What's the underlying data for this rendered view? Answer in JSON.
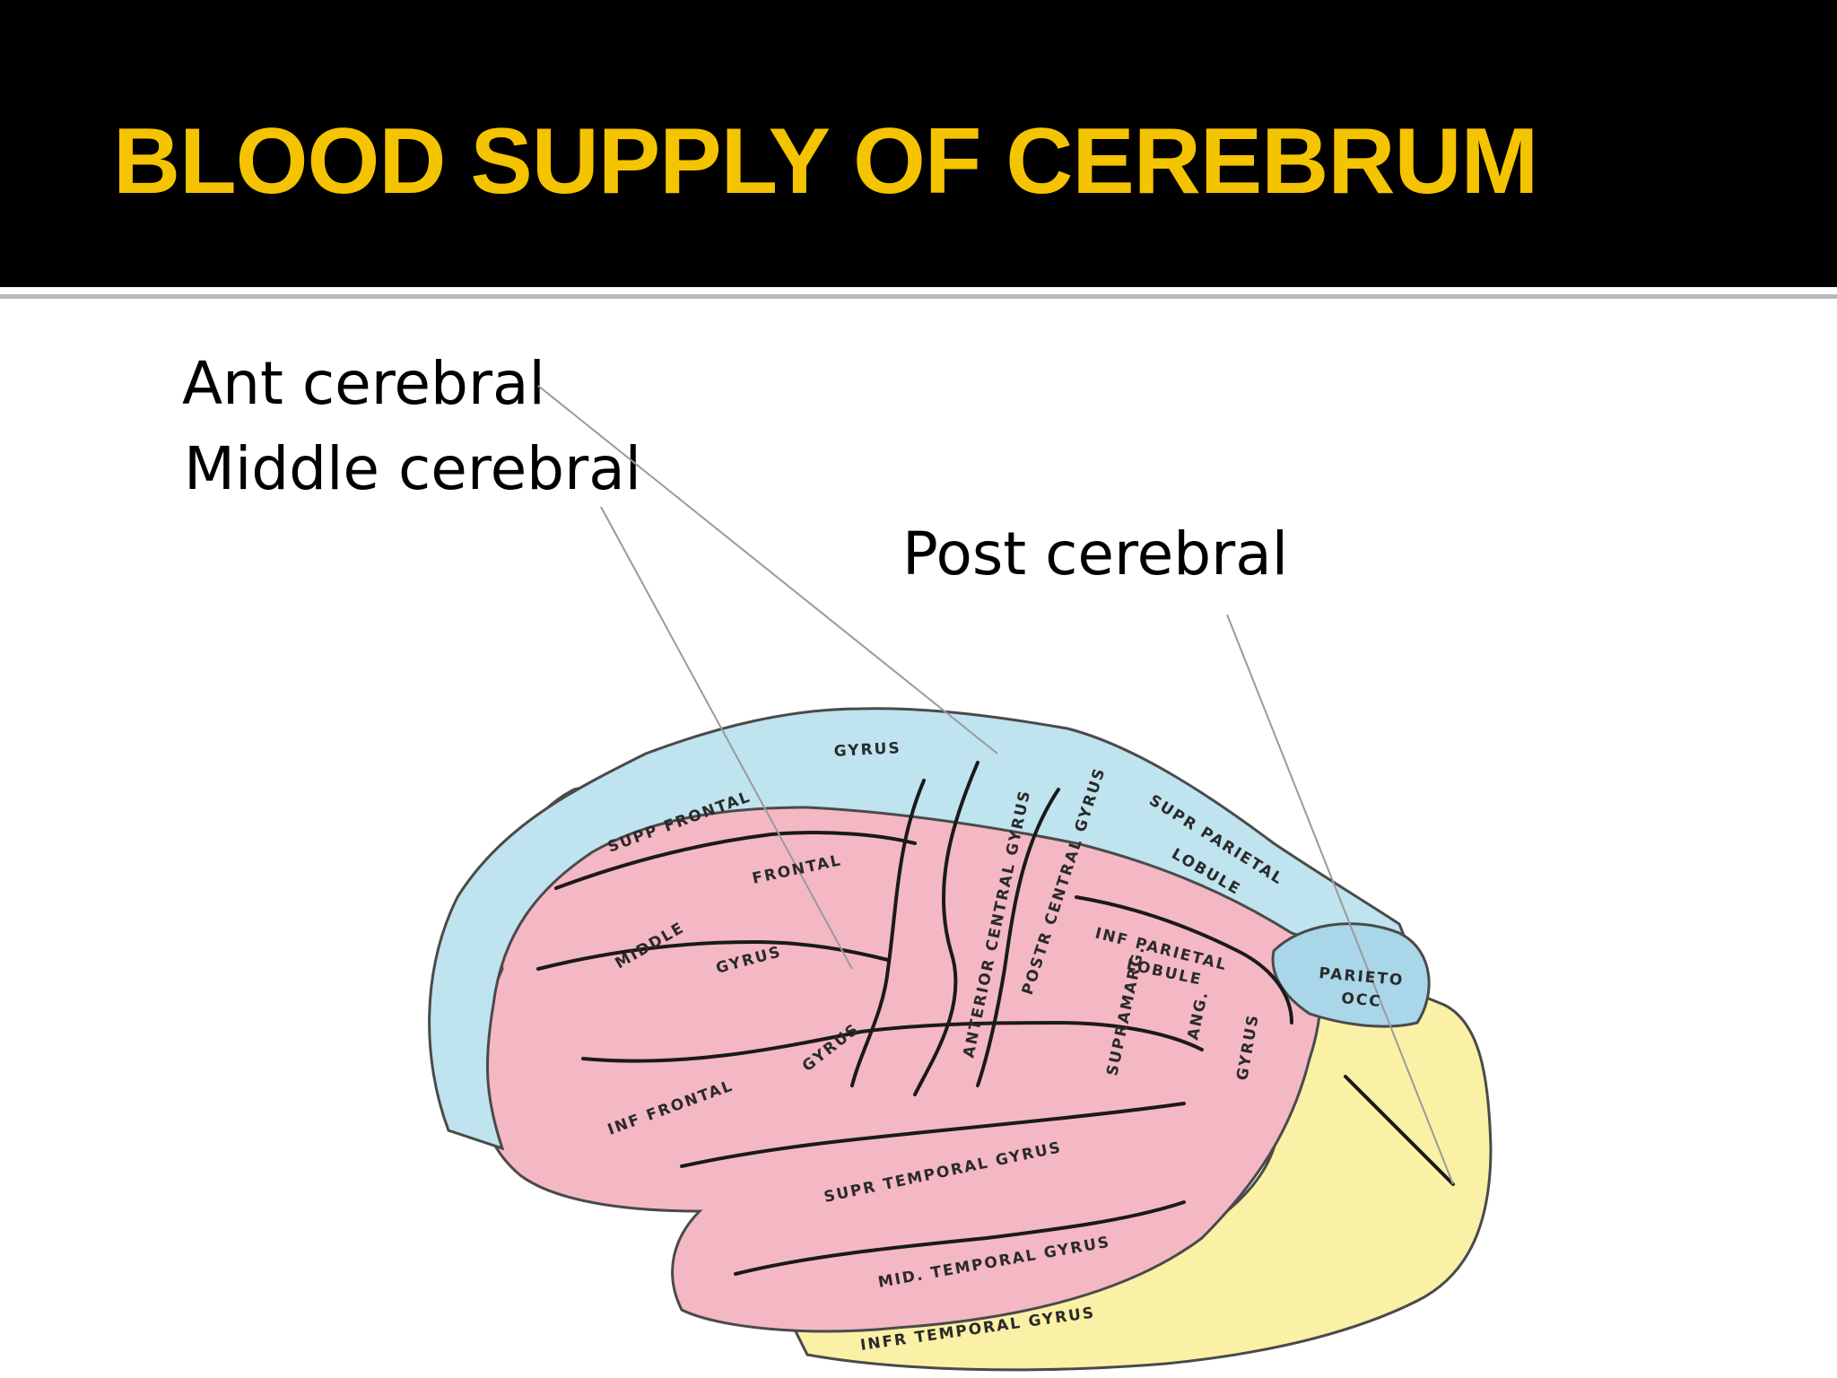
{
  "slide": {
    "title": "BLOOD SUPPLY OF CEREBRUM",
    "colors": {
      "header_background": "#000000",
      "title": "#f5c400",
      "anterior_territory": "#bfe3ef",
      "middle_territory": "#f4b8c4",
      "posterior_territory": "#fbf1a6"
    }
  },
  "labels": {
    "anterior": "Ant cerebral",
    "middle": "Middle cerebral",
    "posterior": "Post cerebral"
  },
  "diagram": {
    "gyri": {
      "supp_frontal": "SUPP FRONTAL",
      "gyrus_top": "GYRUS",
      "middle": "MIDDLE",
      "frontal": "FRONTAL",
      "middle_gyrus": "GYRUS",
      "infr_frontal": "INF FRONTAL",
      "infr_frontal_gyrus": "GYRUS",
      "anterior_central": "ANTERIOR CENTRAL GYRUS",
      "posterior_central": "POSTR CENTRAL GYRUS",
      "supr_parietal": "SUPR PARIETAL",
      "lobule": "LOBULE",
      "infr_parietal": "INF PARIETAL",
      "lobule2": "LOBULE",
      "supramarginal": "SUPRAMARG.",
      "angular": "ANG.",
      "gyrus_small": "GYRUS",
      "parieto_occ": "PARIETO",
      "occ": "OCC",
      "supr_temporal": "SUPR TEMPORAL GYRUS",
      "mid_temporal": "MID. TEMPORAL GYRUS",
      "infr_temporal": "INFR TEMPORAL GYRUS"
    }
  }
}
